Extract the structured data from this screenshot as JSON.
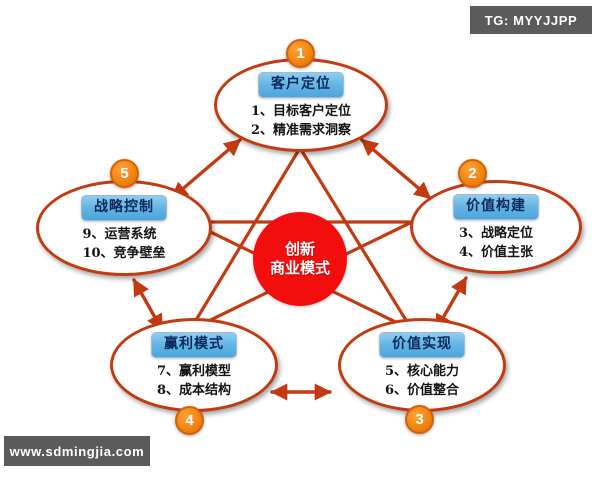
{
  "watermarks": {
    "tg": "TG: MYYJJPP",
    "site": "www.sdmingjia.com"
  },
  "hub": {
    "line1": "创新",
    "line2": "商业模式"
  },
  "nodes": [
    {
      "badge": "1",
      "title": "客户定位",
      "bullets": [
        "1、目标客户定位",
        "2、精准需求洞察"
      ]
    },
    {
      "badge": "2",
      "title": "价值构建",
      "bullets": [
        "3、战略定位",
        "4、价值主张"
      ]
    },
    {
      "badge": "3",
      "title": "价值实现",
      "bullets": [
        "5、核心能力",
        "6、价值整合"
      ]
    },
    {
      "badge": "4",
      "title": "赢利模式",
      "bullets": [
        "7、赢利模型",
        "8、成本结构"
      ]
    },
    {
      "badge": "5",
      "title": "战略控制",
      "bullets": [
        "9、运营系统",
        "10、竞争壁垒"
      ]
    }
  ],
  "colors": {
    "connector": "#c33a10",
    "hub_fill": "#f40d0d",
    "badge_fill": "#f28511",
    "title_blue": "#63b4e4",
    "chip_gray": "#5b5b5b"
  }
}
